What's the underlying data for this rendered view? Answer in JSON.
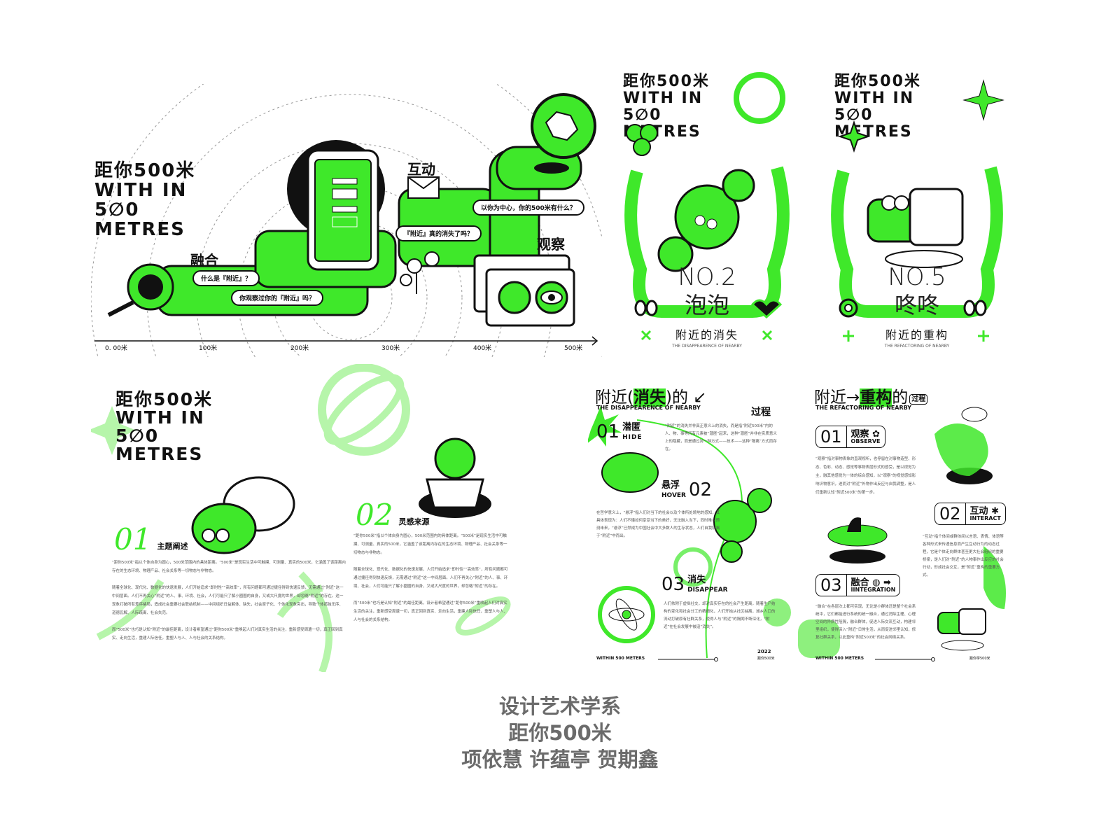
{
  "logo": {
    "line1": "距你500米",
    "line2": "WITH IN",
    "line3": "5∅0",
    "line4": "METRES"
  },
  "map_panel": {
    "labels": {
      "fusion": "融合",
      "interaction": "互动",
      "observe": "观察"
    },
    "bubbles": [
      "以你为中心，你的500米有什么？",
      "『附近』真的消失了吗？",
      "什么是『附近』？",
      "你观察过你的『附近』吗？"
    ],
    "axis_ticks": [
      "0. 00米",
      "100米",
      "200米",
      "300米",
      "400米",
      "500米"
    ]
  },
  "poster_1": {
    "number": "NO.2",
    "name": "泡泡",
    "title": "附近的消失",
    "subtitle": "THE DISAPPEARENCE OF NEARBY"
  },
  "poster_2": {
    "number": "NO.5",
    "name": "咚咚",
    "title": "附近的重构",
    "subtitle": "THE REFACTORING OF NEARBY"
  },
  "spread_left": {
    "sections": [
      {
        "num": "01",
        "title": "主题阐述",
        "paragraphs": [
          "“距你500米”指以个体自身为圆心，500米范围内的具体距离。“500米”是现实生活中可触摸、可测量、真实的500米，它涵盖了该距离内存在的生态环境、物理产品、社会关系等一切物态与非物态。",
          "随着全球化、现代化、数据化的快速发展，人们开始追求“即时性”“高效率”，所有问题都可通过捷径得到快速反馈，无需通过“附近”这一中间层面。人们不再关心“附近”的人、事、环境、社会，人们可能只了解小圈圈的自身，又或大尺度的世界，却忽略“附近”的存在。这一现象打破所有差序格局，造成社会重要社会联结机制——中间组织日益解体、缺失，社会原子化、个体化现象突出，导致个体孤独无序、道德瓦解、人际疏离、社会失范。",
          "而“500米”也巧是认知“附近”的最佳距离，设计者希望通过“距你500米”重唤起人们对真实生活的关注，重新感受周遭一切，真正回到真实、走向生活，重建人际信任，重塑人与人、人与社会的关系结构。"
        ]
      },
      {
        "num": "02",
        "title": "灵感来源",
        "paragraphs": [
          "“距你500米”指以个体自身为圆心，500米范围内的具体距离。“500米”是现实生活中可触摸、可测量、真实的500米，它涵盖了该距离内存在的生态环境、物理产品、社会关系等一切物态与非物态。",
          "随着全球化、现代化、数据化的快速发展，人们开始追求“即时性”“高效率”，所有问题都可通过捷径得到快速反馈，无需通过“附近”这一中间层面。人们不再关心“附近”的人、事、环境、社会，人们可能只了解小圈圈的自身，又或大尺度的世界，却忽略“附近”的存在。",
          "而“500米”也巧是认知“附近”的最佳距离，设计者希望通过“距你500米”重唤起人们对真实生活的关注，重新感受周遭一切，真正回到真实、走向生活，重建人际信任，重塑人与人、人与社会的关系结构。"
        ]
      }
    ]
  },
  "spread_right": {
    "left_page": {
      "heading_pre": "附近(",
      "heading_hl": "消失",
      "heading_post": ")的",
      "heading_en": "THE DISAPPEARENCE OF NEARBY",
      "process": "过程",
      "steps": [
        {
          "num": "01",
          "cn": "潜匿",
          "en": "HIDE",
          "text": "“附近”的消失并非真正意义上的消失，而是指“附近500米”内的人、物、事等所有元素被“潜匿”起来，这种“潜匿”并非在实质意义上的隐藏，而是通过另一种方式——技术——这种“隔离”方式而存在。"
        },
        {
          "num": "02",
          "cn": "悬浮",
          "en": "HOVER",
          "text": "在哲学意义上，“悬浮”指人们对当下的社会以及个体所处境地的感知，其具体表现为：人们不懂如何享受当下的美好，无法融入当下，同时难以预测未来，“悬浮”已然成为中国社会中大多数人的生存状态，人们自我隔离于“附近”中而出。"
        },
        {
          "num": "03",
          "cn": "消失",
          "en": "DISAPPEAR",
          "text": "人们依附于虚拟社交，却对真实存在的社会产生距离，随着生产结构的变化和社会分工的精细化，人们开始从社区抽离，城乡人口的流动打破原有社群关系，使得人与“附近”的隔阂不断深化，“附近”在社会发展中被迫“消失”。"
        }
      ],
      "footer": "WITHIN 500 METERS",
      "year": "2022",
      "footer_right": "距你500米"
    },
    "right_page": {
      "heading_pre": "附近→",
      "heading_hl": "重构",
      "heading_post": "的",
      "tag": "过程",
      "heading_en": "THE REFACTORING OF NEARBY",
      "steps": [
        {
          "num": "01",
          "cn": "观察",
          "en": "OBSERVE",
          "text": "“观察”指对事物表象的直观视听，也停留在对事物造型、形态、色彩、动态、感觉等事物表层形式的感受，是以视觉为主，融其他感觉为一体的综合感知，以“观察”的视觉感知影响识物意识，进而对“附近”外物作出反应与自我调整，是人们重新认知“附近500米”的第一步。"
        },
        {
          "num": "02",
          "cn": "互动",
          "en": "INTERACT",
          "text": "“互动”指个体间或群体间以言语、表情、体语等各种形式来传递信息而产生互动行为的动态过程，它是个体走向群体甚至更大社会组织的重要桥梁，是人们对“附近”的人物事作出反应的社会行动，形成社会交互，是“附近”重构的重要方式。"
        },
        {
          "num": "03",
          "cn": "融合",
          "en": "IINTEGRATION",
          "text": "“融合”在各层次上都可实现，无论是小群体还是整个社会系统中，它们都能进行系统的统一融合，通过消除生理、心理空间的异质性阻隔，融合群体，促进人际交流互动，构建邻里组织，使得深入“附近”日常生活，从而促进邻里认知，修复社群关系，以此重构“附近500米”的社会网络关系。"
        }
      ],
      "footer": "WITHIN 500 METERS",
      "footer_right": "距你学500米"
    }
  },
  "caption": {
    "line1": "设计艺术学系",
    "line2": "距你500米",
    "line3": "项依慧 许蕴亭 贺期鑫"
  },
  "colors": {
    "green": "#3fe82a",
    "light_green": "#a9f59c",
    "black": "#111111",
    "caption_gray": "#6b6b6b"
  }
}
